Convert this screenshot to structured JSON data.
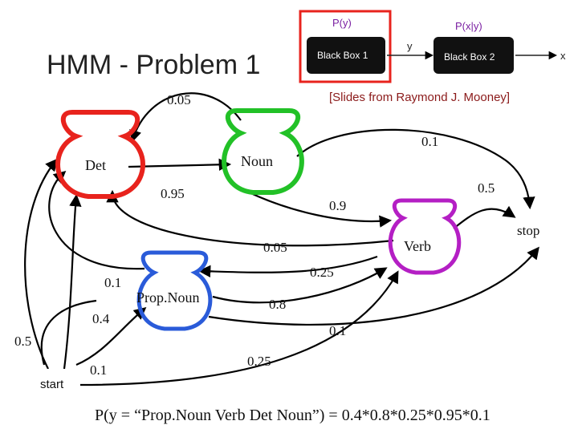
{
  "title": "HMM - Problem 1",
  "citation": "[Slides from Raymond J. Mooney]",
  "black_boxes": {
    "box1": "Black Box 1",
    "box2": "Black Box 2",
    "py": "P(y)",
    "pxy": "P(x|y)",
    "y": "y",
    "x": "x"
  },
  "nodes": {
    "det": "Det",
    "noun": "Noun",
    "verb": "Verb",
    "propnoun": "Prop.Noun",
    "stop": "stop",
    "start": "start"
  },
  "colors": {
    "det": "#e8231d",
    "noun": "#22c127",
    "verb": "#b41fc4",
    "propnoun": "#2a5bd9",
    "py_box": "#e8231d"
  },
  "edge_labels": {
    "noun_det": "0.05",
    "noun_stop": "0.1",
    "det_noun": "0.95",
    "verb_stop": "0.5",
    "noun_verb": "0.9",
    "verb_verb": "0.05",
    "verb_propnoun": "0.25",
    "propnoun_propnoun": "0.1",
    "propnoun_verb": "0.8",
    "start_propnoun": "0.4",
    "propnoun_stop": "0.1",
    "start_det": "0.5",
    "start_noun": "0.1",
    "verb_det": "0.25"
  },
  "formula": "P(y = “Prop.Noun Verb Det Noun”) = 0.4*0.8*0.25*0.95*0.1"
}
